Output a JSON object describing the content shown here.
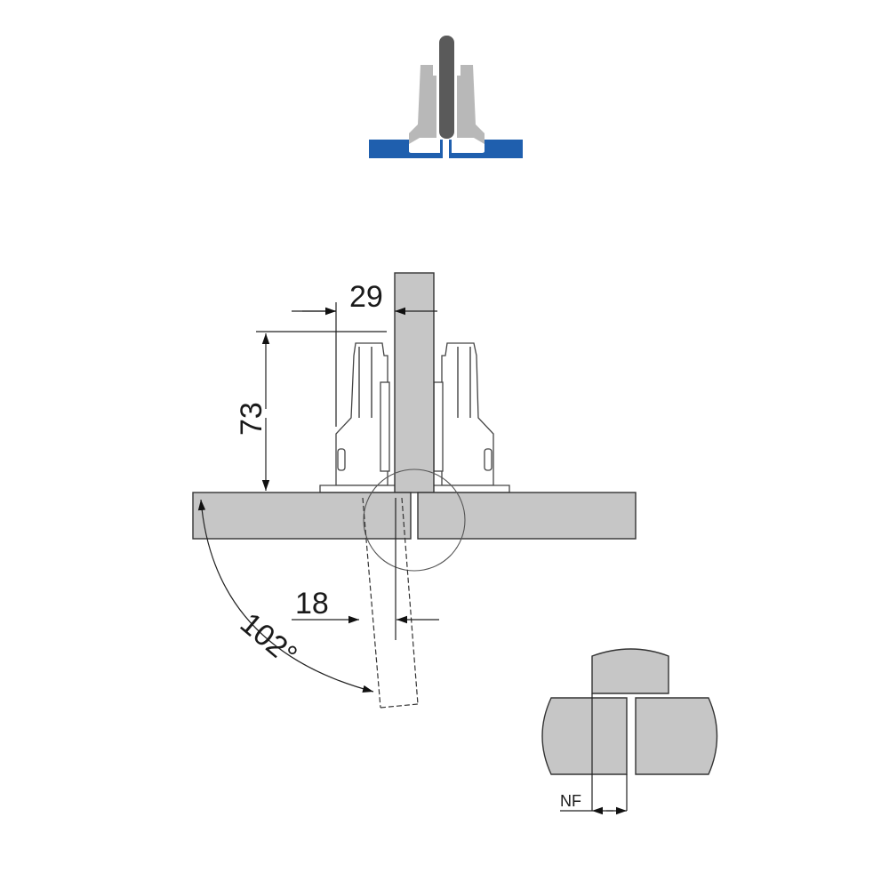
{
  "diagram": {
    "dimensions": {
      "width_top": "29",
      "height_left": "73",
      "offset_bottom": "18",
      "opening_angle": "102°",
      "detail_label": "NF"
    },
    "colors": {
      "mounting_plate": "#1f5fae",
      "door_dark": "#5a5a5a",
      "hinge_light": "#b8b8b8",
      "panel": "#c6c6c6"
    }
  }
}
